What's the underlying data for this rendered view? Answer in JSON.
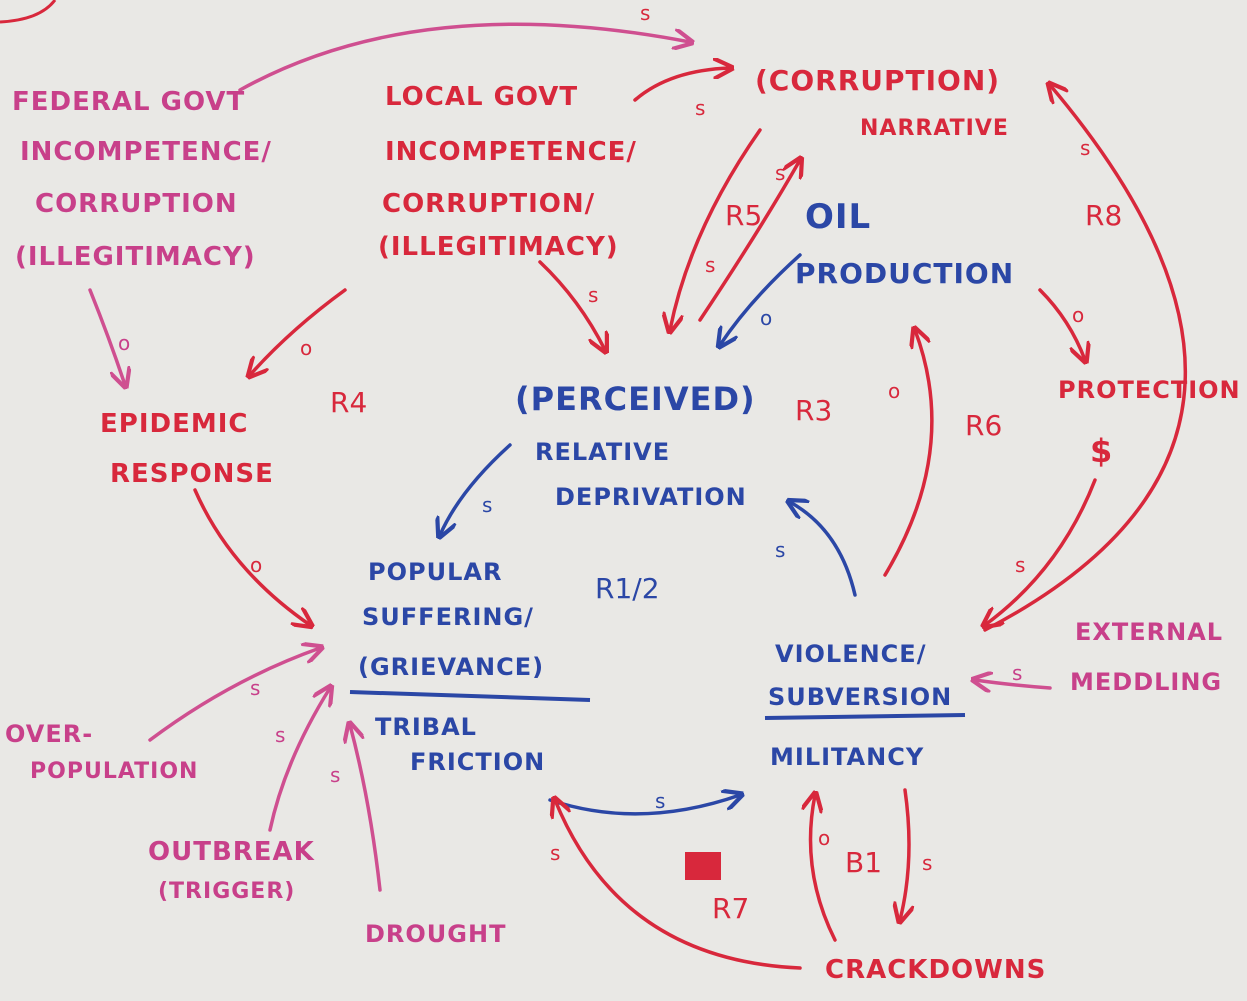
{
  "colors": {
    "paper": "#e9e8e5",
    "red_marker": "#d8283c",
    "pink_marker": "#c8408a",
    "blue_marker": "#2b47a6"
  },
  "nodes": {
    "federal": {
      "lines": [
        "FEDERAL GOVT",
        "INCOMPETENCE/",
        "CORRUPTION",
        "(ILLEGITIMACY)"
      ]
    },
    "local": {
      "lines": [
        "LOCAL GOVT",
        "INCOMPETENCE/",
        "CORRUPTION/",
        "(ILLEGITIMACY)"
      ]
    },
    "narrative": {
      "lines": [
        "(CORRUPTION)",
        "NARRATIVE"
      ]
    },
    "oil": {
      "lines": [
        "OIL",
        "PRODUCTION"
      ]
    },
    "protection": {
      "lines": [
        "PROTECTION",
        "$"
      ]
    },
    "epidemic": {
      "lines": [
        "EPIDEMIC",
        "RESPONSE"
      ]
    },
    "deprivation": {
      "lines": [
        "(PERCEIVED)",
        "RELATIVE",
        "DEPRIVATION"
      ]
    },
    "suffering": {
      "lines": [
        "POPULAR",
        "SUFFERING/",
        "(GRIEVANCE)",
        "TRIBAL",
        "FRICTION"
      ]
    },
    "violence": {
      "lines": [
        "VIOLENCE/",
        "SUBVERSION",
        "MILITANCY"
      ]
    },
    "external": {
      "lines": [
        "EXTERNAL",
        "MEDDLING"
      ]
    },
    "overpopulation": {
      "lines": [
        "OVER-",
        "POPULATION"
      ]
    },
    "outbreak": {
      "lines": [
        "OUTBREAK",
        "(TRIGGER)"
      ]
    },
    "drought": {
      "lines": [
        "DROUGHT"
      ]
    },
    "crackdowns": {
      "lines": [
        "CRACKDOWNS"
      ]
    }
  },
  "edges": [
    {
      "from": "federal",
      "to": "narrative",
      "polarity": "s"
    },
    {
      "from": "local",
      "to": "narrative",
      "polarity": "s"
    },
    {
      "from": "federal",
      "to": "epidemic",
      "polarity": "o"
    },
    {
      "from": "local",
      "to": "epidemic",
      "polarity": "o"
    },
    {
      "from": "local",
      "to": "deprivation",
      "polarity": "s"
    },
    {
      "from": "narrative",
      "to": "deprivation",
      "polarity": "s"
    },
    {
      "from": "deprivation",
      "to": "narrative",
      "polarity": "s"
    },
    {
      "from": "oil",
      "to": "deprivation",
      "polarity": "o"
    },
    {
      "from": "oil",
      "to": "protection",
      "polarity": "o"
    },
    {
      "from": "protection",
      "to": "violence",
      "polarity": "s"
    },
    {
      "from": "violence",
      "to": "oil",
      "polarity": "o"
    },
    {
      "from": "violence",
      "to": "narrative",
      "polarity": "s"
    },
    {
      "from": "violence",
      "to": "deprivation",
      "polarity": "s"
    },
    {
      "from": "deprivation",
      "to": "suffering",
      "polarity": "s"
    },
    {
      "from": "epidemic",
      "to": "suffering",
      "polarity": "o"
    },
    {
      "from": "overpopulation",
      "to": "suffering",
      "polarity": "s"
    },
    {
      "from": "outbreak",
      "to": "suffering",
      "polarity": "s"
    },
    {
      "from": "drought",
      "to": "suffering",
      "polarity": "s"
    },
    {
      "from": "external",
      "to": "violence",
      "polarity": "s"
    },
    {
      "from": "suffering",
      "to": "violence",
      "polarity": "s"
    },
    {
      "from": "violence",
      "to": "crackdowns",
      "polarity": "s"
    },
    {
      "from": "crackdowns",
      "to": "violence",
      "polarity": "o"
    },
    {
      "from": "crackdowns",
      "to": "suffering",
      "polarity": "s"
    }
  ],
  "loops": [
    "R4",
    "R3",
    "R5",
    "R6",
    "R8",
    "R1/2",
    "B1",
    "R7"
  ]
}
